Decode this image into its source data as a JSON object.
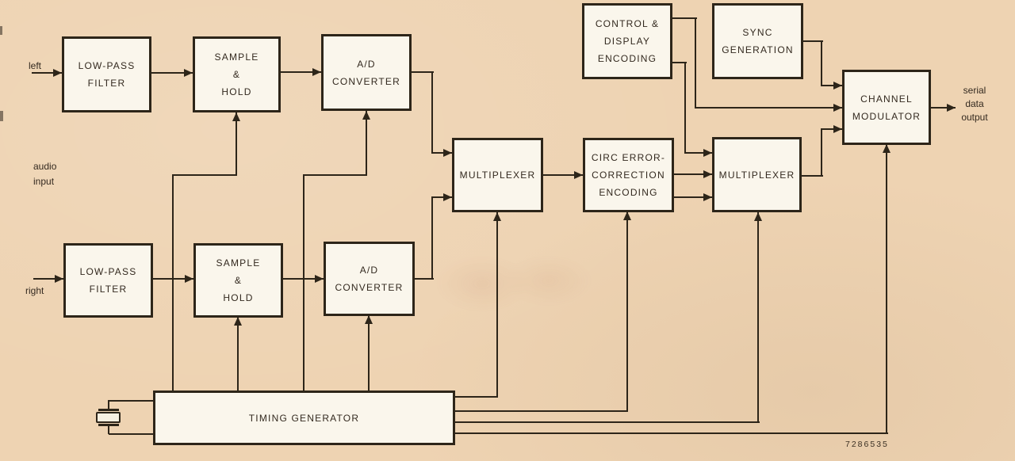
{
  "figure": {
    "kind": "block-diagram",
    "subject": "digital audio (compact disc) encoding signal chain",
    "figure_number": "7286535",
    "background_color": "#eed3b2",
    "line_color": "#2d2519",
    "box_fill_color": "#faf6ec"
  },
  "annotations": {
    "left_channel": "left",
    "right_channel": "right",
    "audio_input": "audio\ninput",
    "serial_data_output": "serial\ndata\noutput"
  },
  "blocks": {
    "lpf_top": {
      "label": "LOW-PASS\nFILTER"
    },
    "sh_top": {
      "label": "SAMPLE\n&\nHOLD"
    },
    "adc_top": {
      "label": "A/D\nCONVERTER"
    },
    "lpf_bot": {
      "label": "LOW-PASS\nFILTER"
    },
    "sh_bot": {
      "label": "SAMPLE\n&\nHOLD"
    },
    "adc_bot": {
      "label": "A/D\nCONVERTER"
    },
    "mux1": {
      "label": "MULTIPLEXER"
    },
    "circ": {
      "label": "CIRC ERROR-\nCORRECTION\nENCODING"
    },
    "cde": {
      "label": "CONTROL &\nDISPLAY\nENCODING"
    },
    "sync": {
      "label": "SYNC\nGENERATION"
    },
    "mux2": {
      "label": "MULTIPLEXER"
    },
    "chmod": {
      "label": "CHANNEL\nMODULATOR"
    },
    "timing": {
      "label": "TIMING GENERATOR"
    }
  },
  "icons": {
    "crystal_oscillator": "crystal-oscillator-symbol"
  },
  "connections": [
    "left audio input -> low-pass filter (top)",
    "low-pass filter (top) -> sample & hold (top)",
    "sample & hold (top) -> a/d converter (top)",
    "a/d converter (top) -> multiplexer 1",
    "right audio input -> low-pass filter (bottom)",
    "low-pass filter (bottom) -> sample & hold (bottom)",
    "sample & hold (bottom) -> a/d converter (bottom)",
    "a/d converter (bottom) -> multiplexer 1",
    "multiplexer 1 -> circ error-correction encoding",
    "circ error-correction encoding -> multiplexer 2 (two lines)",
    "control & display encoding -> multiplexer 2",
    "control & display encoding -> channel modulator",
    "sync generation -> channel modulator",
    "multiplexer 2 -> channel modulator",
    "channel modulator -> serial data output",
    "crystal oscillator -> timing generator",
    "timing generator -> sample & hold (top)",
    "timing generator -> sample & hold (bottom)",
    "timing generator -> a/d converter (top)",
    "timing generator -> a/d converter (bottom)",
    "timing generator -> multiplexer 1",
    "timing generator -> circ error-correction encoding",
    "timing generator -> multiplexer 2",
    "timing generator -> channel modulator"
  ]
}
